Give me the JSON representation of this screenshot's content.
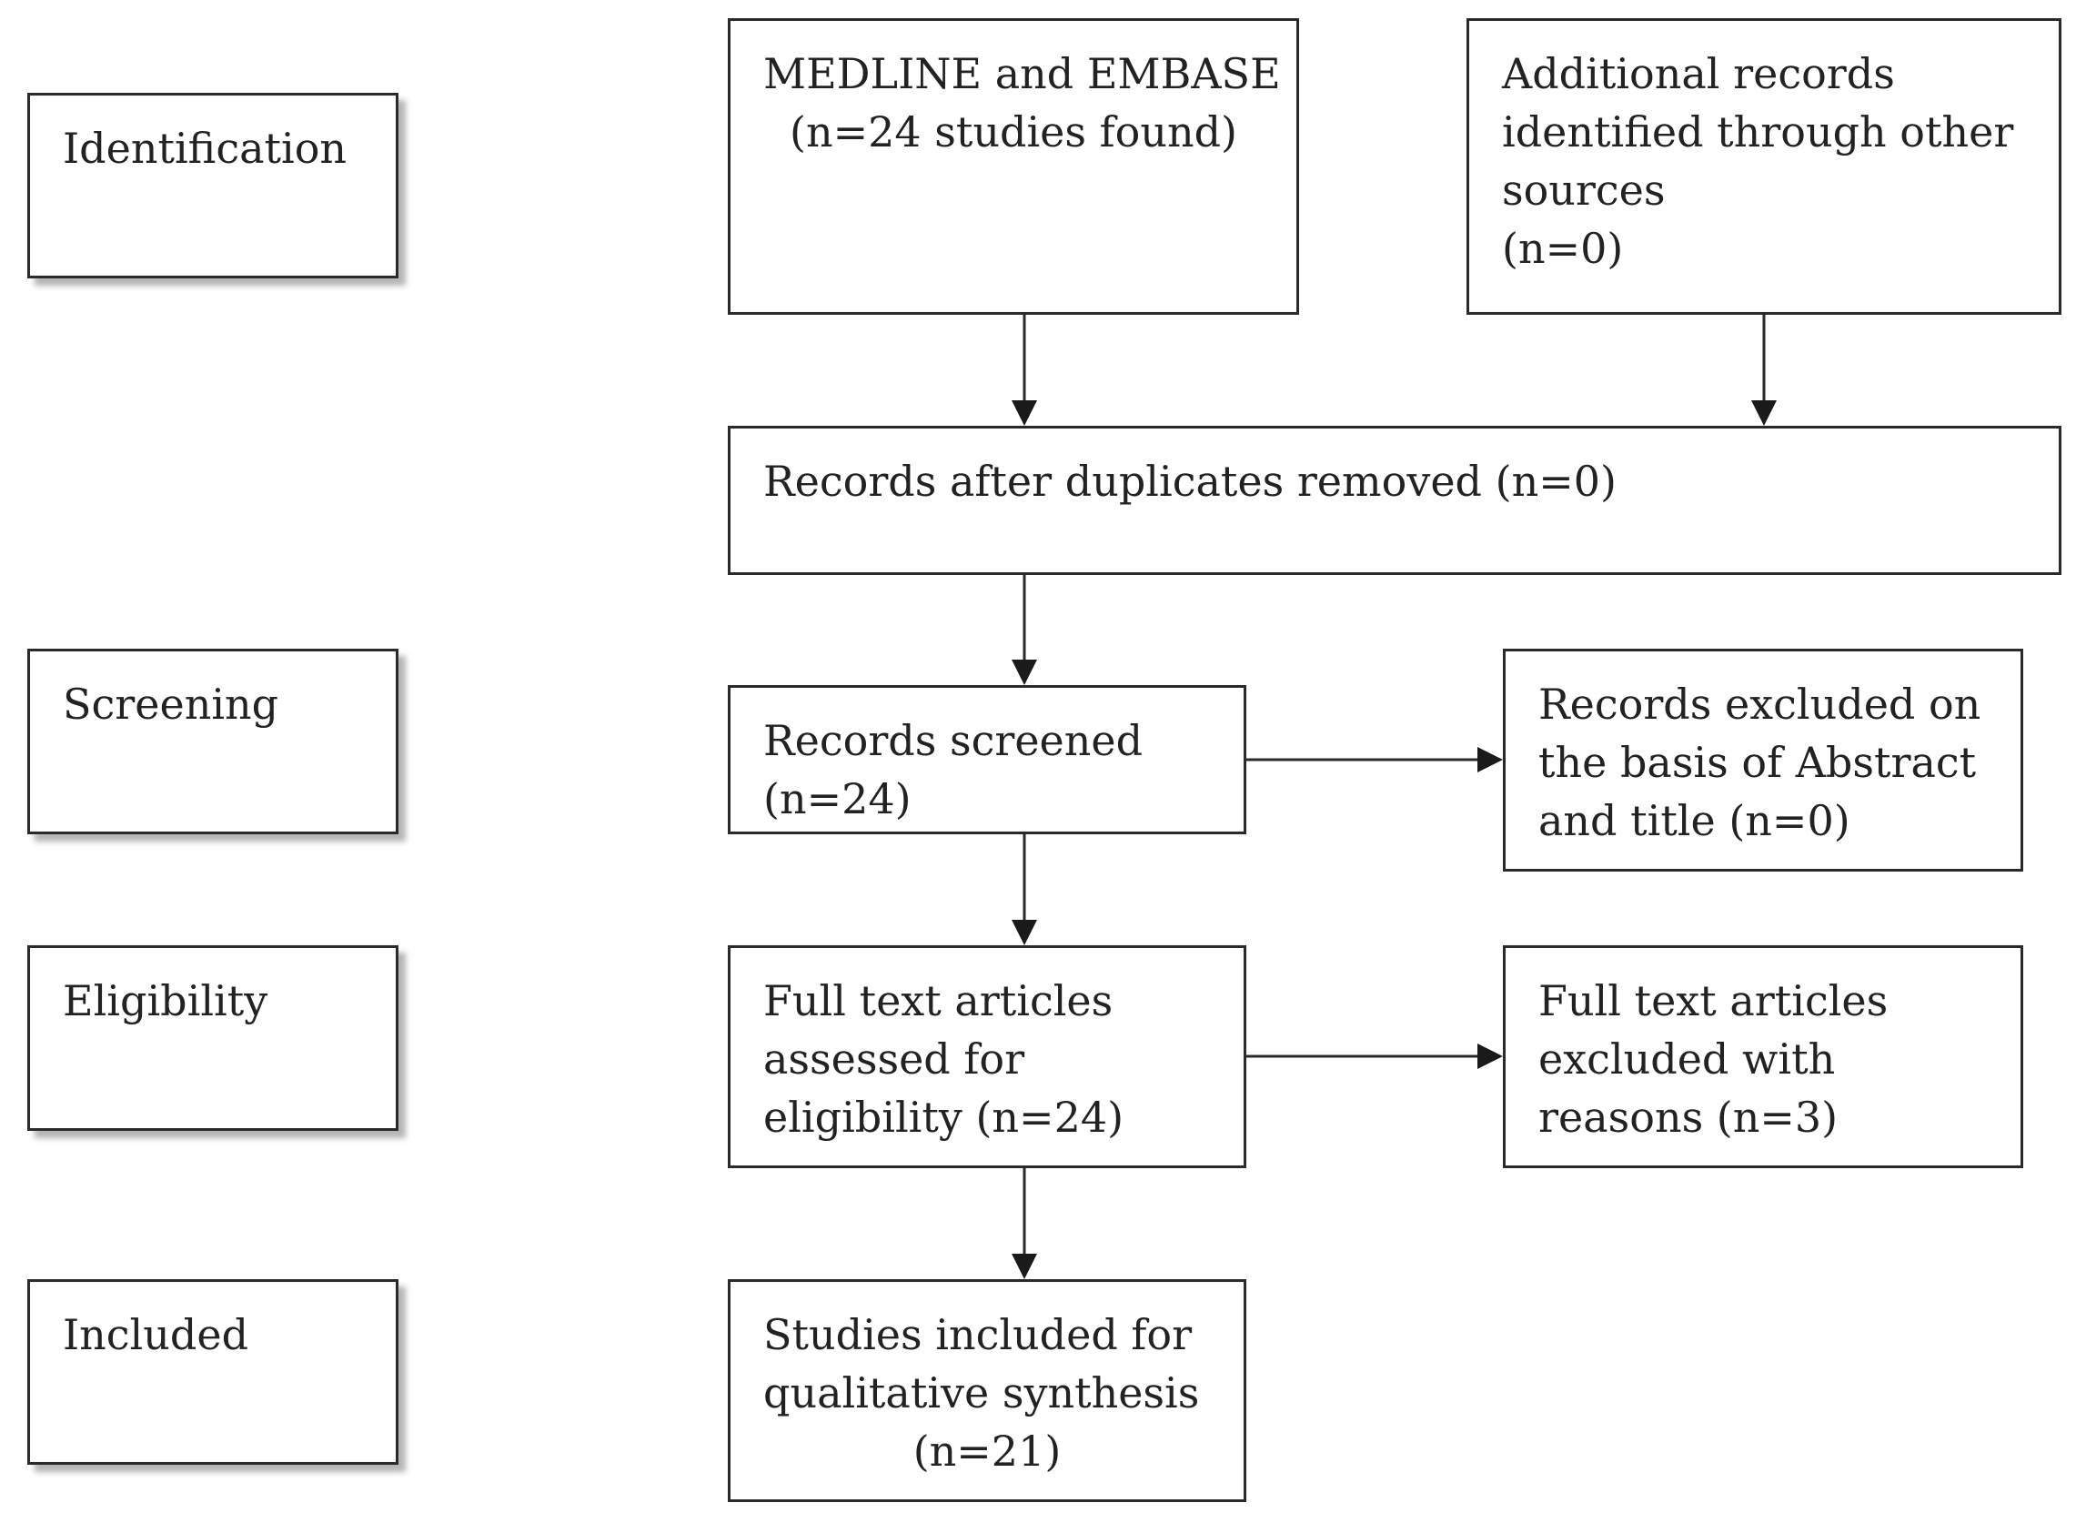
{
  "stages": {
    "identification": "Identification",
    "screening": "Screening",
    "eligibility": "Eligibility",
    "included": "Included"
  },
  "boxes": {
    "medline": [
      "MEDLINE and EMBASE",
      "(n=24 studies found)"
    ],
    "additional": [
      "Additional records",
      "identified through other",
      "sources",
      "(n=0)"
    ],
    "duplicates": [
      "Records after duplicates removed (n=0)"
    ],
    "screened": [
      "Records screened",
      "(n=24)"
    ],
    "excluded_abstract": [
      "Records excluded on",
      "the basis of Abstract",
      "and title (n=0)"
    ],
    "fulltext": [
      "Full text articles",
      "assessed for",
      "eligibility (n=24)"
    ],
    "fulltext_excluded": [
      "Full text articles",
      "excluded with",
      "reasons (n=3)"
    ],
    "included": [
      "Studies included for",
      "qualitative synthesis",
      "(n=21)"
    ]
  },
  "colors": {
    "border": "#2a2a2a",
    "text": "#222222",
    "shadow": "#787878"
  }
}
